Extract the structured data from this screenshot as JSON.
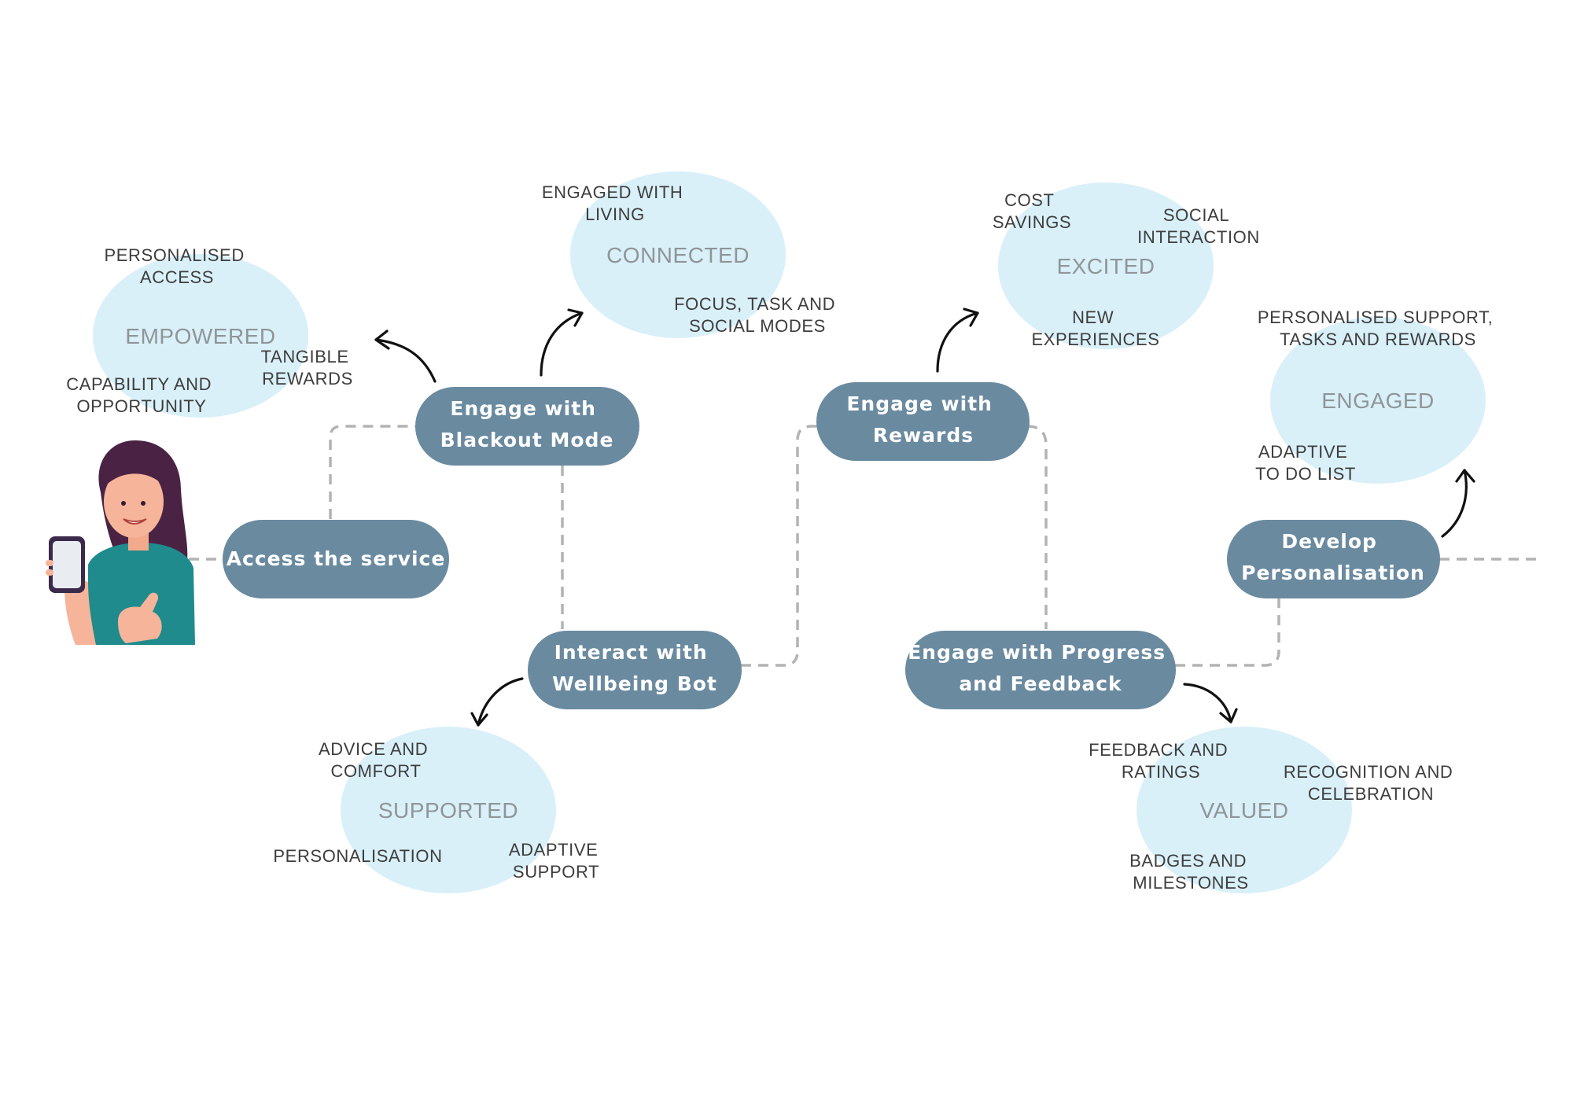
{
  "steps": {
    "access": "Access the service",
    "blackout": [
      "Engage with",
      "Blackout Mode"
    ],
    "wellbeing": [
      "Interact with",
      "Wellbeing Bot"
    ],
    "rewards": [
      "Engage with",
      "Rewards"
    ],
    "progress": [
      "Engage with Progress",
      "and Feedback"
    ],
    "personalisation": [
      "Develop",
      "Personalisation"
    ]
  },
  "emotions": {
    "empowered": {
      "label": "EMPOWERED",
      "tags": {
        "top": [
          "PERSONALISED",
          "ACCESS"
        ],
        "right": [
          "TANGIBLE",
          "REWARDS"
        ],
        "bottom": [
          "CAPABILITY AND",
          "OPPORTUNITY"
        ]
      }
    },
    "connected": {
      "label": "CONNECTED",
      "tags": {
        "top": [
          "ENGAGED WITH",
          "LIVING"
        ],
        "bottom": [
          "FOCUS, TASK AND",
          "SOCIAL MODES"
        ]
      }
    },
    "supported": {
      "label": "SUPPORTED",
      "tags": {
        "top": [
          "ADVICE AND",
          "COMFORT"
        ],
        "left": [
          "PERSONALISATION"
        ],
        "right": [
          "ADAPTIVE",
          "SUPPORT"
        ]
      }
    },
    "excited": {
      "label": "EXCITED",
      "tags": {
        "top_left": [
          "COST",
          "SAVINGS"
        ],
        "top_right": [
          "SOCIAL",
          "INTERACTION"
        ],
        "bottom": [
          "NEW",
          "EXPERIENCES"
        ]
      }
    },
    "valued": {
      "label": "VALUED",
      "tags": {
        "top_left": [
          "FEEDBACK AND",
          "RATINGS"
        ],
        "right": [
          "RECOGNITION AND",
          "CELEBRATION"
        ],
        "bottom": [
          "BADGES AND",
          "MILESTONES"
        ]
      }
    },
    "engaged": {
      "label": "ENGAGED",
      "tags": {
        "top": [
          "PERSONALISED SUPPORT,",
          "TASKS AND REWARDS"
        ],
        "bottom": [
          "ADAPTIVE",
          "TO DO LIST"
        ]
      }
    }
  },
  "colors": {
    "step_fill": "#6a8aa0",
    "emotion_fill": "#d9f0f9",
    "connector": "#b3b3b3",
    "arrow": "#111111"
  }
}
